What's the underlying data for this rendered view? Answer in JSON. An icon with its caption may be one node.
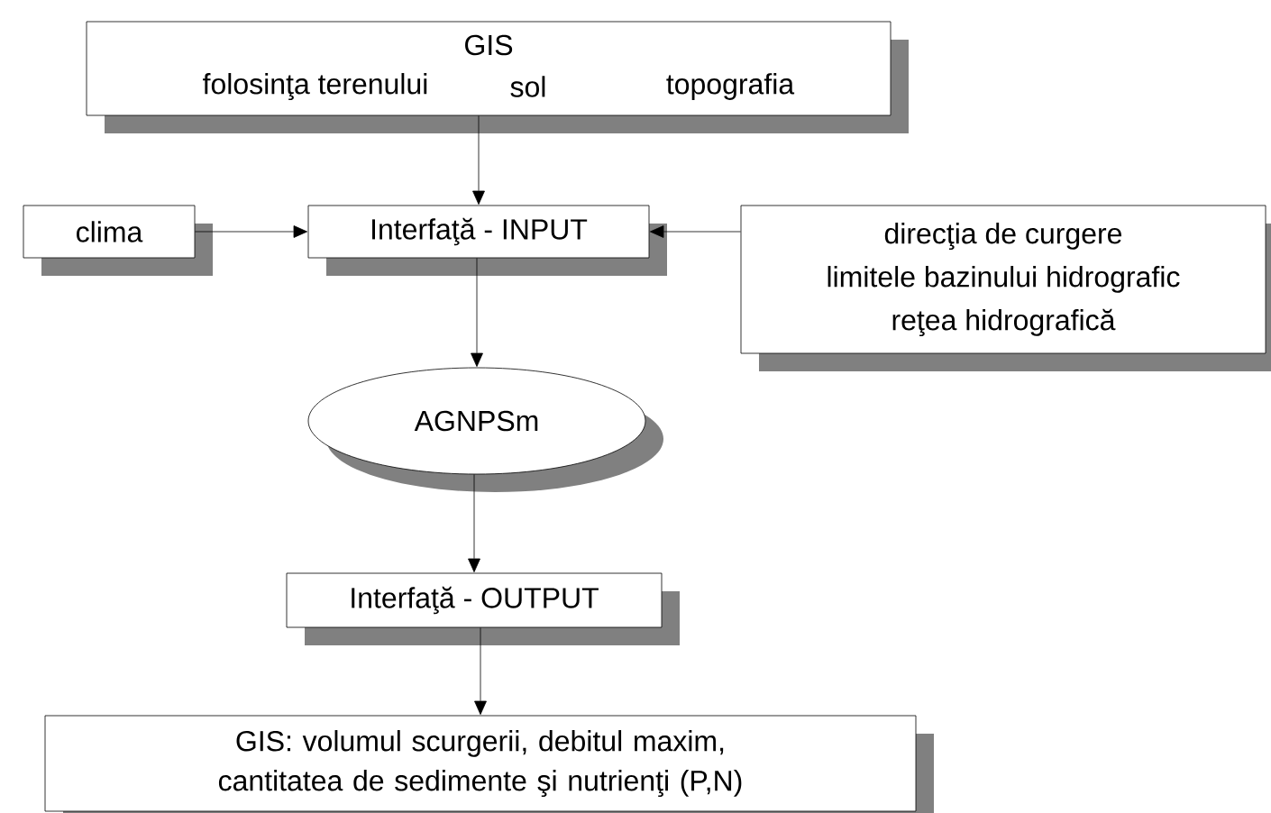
{
  "diagram": {
    "nodes": [
      {
        "text": [
          "GIS",
          "folosinţa terenului",
          "sol",
          "topografia"
        ]
      },
      {
        "text": [
          "clima"
        ]
      },
      {
        "text": [
          "Interfaţă - INPUT"
        ]
      },
      {
        "text": [
          "direcţia de curgere",
          "limitele bazinului hidrografic",
          "reţea hidrografică"
        ]
      },
      {
        "text": [
          "AGNPSm"
        ]
      },
      {
        "text": [
          "Interfaţă - OUTPUT"
        ]
      },
      {
        "text": [
          "GIS: volumul scurgerii, debitul maxim, cantitatea de sedimente şi nutrienţi (P,N)"
        ]
      }
    ],
    "edges": [
      {
        "from": 0,
        "to": 2,
        "arrow": "to"
      },
      {
        "from": 1,
        "to": 2,
        "arrow": "to"
      },
      {
        "from": 3,
        "to": 2,
        "arrow": "to"
      },
      {
        "from": 2,
        "to": 4,
        "arrow": "to"
      },
      {
        "from": 4,
        "to": 5,
        "arrow": "to"
      },
      {
        "from": 5,
        "to": 6,
        "arrow": "to"
      }
    ]
  }
}
